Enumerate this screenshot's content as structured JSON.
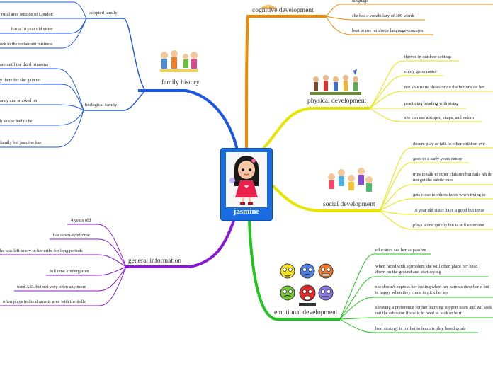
{
  "central": {
    "title": "jasmine"
  },
  "colors": {
    "family": "#1a56e8",
    "cognitive": "#f08a00",
    "physical": "#e6e600",
    "social": "#e6e600",
    "emotional": "#22c422",
    "general": "#8a18d8",
    "central_box": "#1a6de0"
  },
  "family_history": {
    "label": "family history",
    "adopted": {
      "label": "adopted family",
      "items": [
        "rural area outside of London",
        "has a 10 year old sister",
        "ork in the restaurant business"
      ]
    },
    "biological": {
      "label": "biological family",
      "items": [
        "are until the third trimester",
        "y there for she gain no",
        "ancy and smoked on",
        "h so she had to be",
        "family but jasmine has"
      ]
    }
  },
  "cognitive": {
    "label": "cognitive development",
    "items": [
      "language",
      "she has a vocabulary of 300 words",
      "beat to use reinforce language concepts"
    ]
  },
  "physical": {
    "label": "physical development",
    "items": [
      "thrives in outdoor settings",
      "enjoy gross motor",
      "not able to tie shoes or do the buttons on her",
      "practicing beading with string",
      "she can use a zipper, snaps, and velcro"
    ]
  },
  "social": {
    "label": "social development",
    "items": [
      "dosent  play or talk to other children eve",
      "goes to a early years centre",
      "tries to talk to other children but fails wh do not get the subtle cues",
      "gets close to others faces when trying to",
      "10 year old sister have a good but tense",
      "plays alone quietly but is still entertaini"
    ]
  },
  "emotional": {
    "label": "emotional development",
    "items": [
      "educators see her as passive",
      "when faced with a problem she will often place her head down on the ground and start crying",
      "she doesn't express her feeling when her parents drop her o but is happy when they come to pick her up",
      "showing a preference for her learning support team and wil seek out the educator if she is in need ie. sick or hurt",
      "best strategy is for her to learn is play based goals"
    ]
  },
  "general": {
    "label": "general information",
    "items": [
      "4 years old",
      "has down-syndrome",
      "he was left to cry in her cribs for long periods",
      "full time kindergarten",
      "used ASL but not very often any more",
      "often plays in the dramatic area with the dolls"
    ]
  }
}
